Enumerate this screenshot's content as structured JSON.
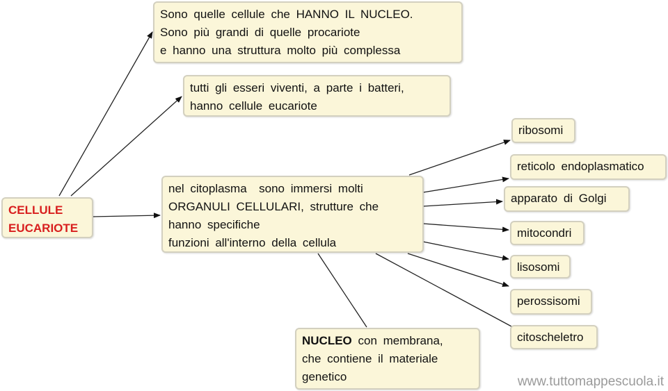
{
  "root": {
    "lines": [
      "CELLULE",
      "EUCARIOTE"
    ],
    "color": "#d81e1e"
  },
  "box1": {
    "lines": [
      "Sono quelle cellule che HANNO IL NUCLEO.",
      "Sono più grandi di quelle procariote",
      "e hanno una struttura molto più complessa"
    ]
  },
  "box2": {
    "lines": [
      "tutti gli esseri viventi, a parte i batteri,",
      "hanno cellule eucariote"
    ]
  },
  "box3": {
    "lines": [
      "nel citoplasma  sono immersi molti",
      "ORGANULI CELLULARI, strutture che",
      "hanno specifiche",
      "funzioni all'interno della cellula"
    ]
  },
  "nucleo": {
    "bold": "NUCLEO",
    "line1_rest": " con membrana,",
    "line2": "che contiene il materiale",
    "line3": "genetico"
  },
  "organelles": [
    "ribosomi",
    "reticolo endoplasmatico",
    "apparato di Golgi",
    "mitocondri",
    "lisosomi",
    "perossisomi",
    "citoscheletro"
  ],
  "watermark": "www.tuttomappescuola.it"
}
